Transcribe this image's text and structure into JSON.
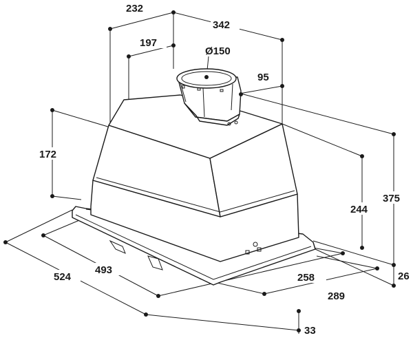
{
  "dimensions": {
    "d232": "232",
    "d342": "342",
    "d197": "197",
    "d150": "Ø150",
    "d95": "95",
    "d172": "172",
    "d244": "244",
    "d375": "375",
    "d524": "524",
    "d493": "493",
    "d258": "258",
    "d289": "289",
    "d26": "26",
    "d33": "33"
  },
  "colors": {
    "line": "#1a1a1a",
    "background": "#ffffff"
  }
}
